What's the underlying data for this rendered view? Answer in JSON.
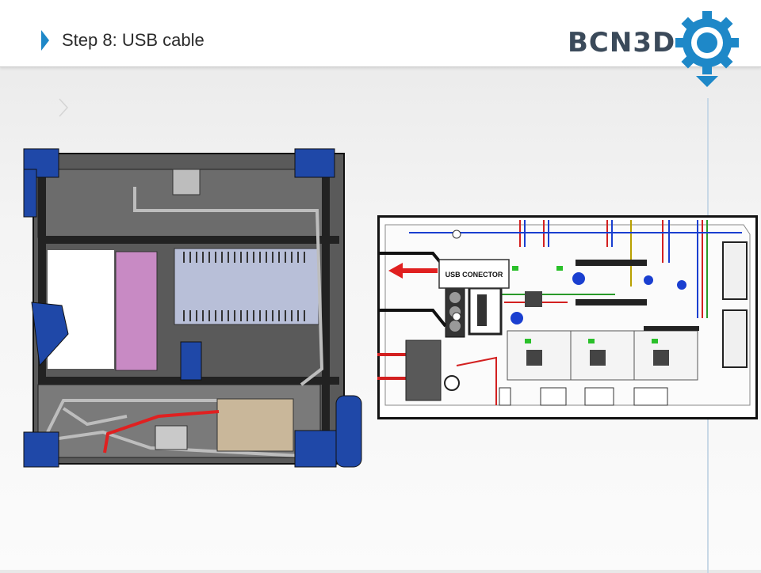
{
  "slide": {
    "title": "Step 8: USB cable",
    "logo_text": "BCN3D"
  },
  "icons": {
    "title_marker": "chevron-right-icon",
    "logo": "gear-icon"
  },
  "colors": {
    "accent_blue": "#1e88c8",
    "frame_blue": "#1f48a8",
    "cable_red": "#e02020",
    "logo_gray": "#3b4a5a"
  },
  "board": {
    "usb_label": "USB CONECTOR"
  }
}
